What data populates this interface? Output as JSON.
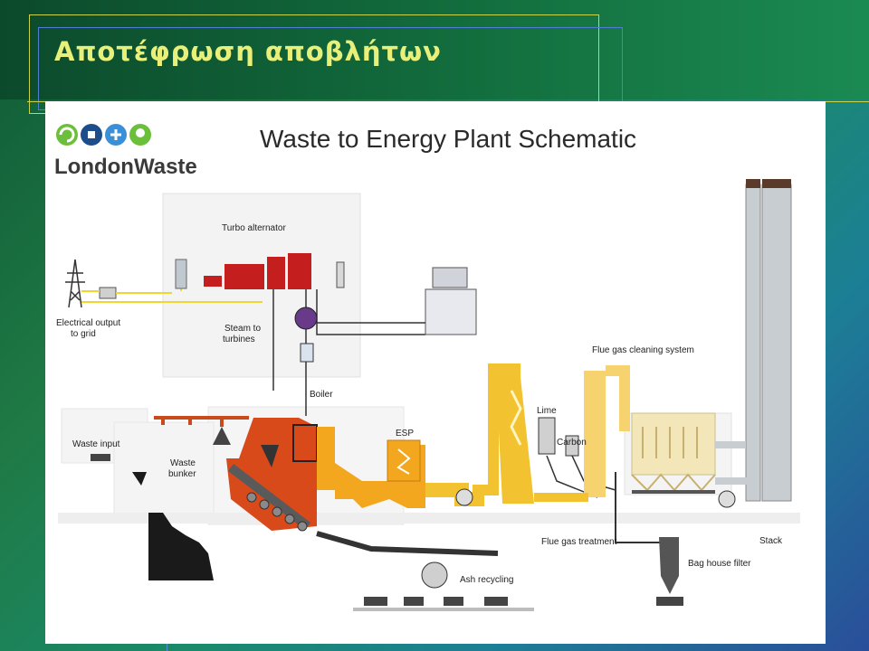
{
  "slide": {
    "title": "Αποτέφρωση αποβλήτων"
  },
  "diagram": {
    "title": "Waste to Energy Plant Schematic",
    "logo_text": "LondonWaste",
    "labels": {
      "turbo_alternator": "Turbo alternator",
      "electrical_output_1": "Electrical output",
      "electrical_output_2": "to grid",
      "steam_to_turbines_1": "Steam to",
      "steam_to_turbines_2": "turbines",
      "boiler": "Boiler",
      "waste_input": "Waste input",
      "waste_bunker_1": "Waste",
      "waste_bunker_2": "bunker",
      "esp": "ESP",
      "lime": "Lime",
      "carbon": "Carbon",
      "flue_gas_cleaning_system": "Flue gas cleaning system",
      "flue_gas_treatment": "Flue gas treatment",
      "stack": "Stack",
      "bag_house_filter": "Bag house filter",
      "ash_recycling": "Ash recycling"
    }
  },
  "colors": {
    "furnace": "#d94a1a",
    "turbine": "#c41e1e",
    "gas_path": "#f2c230",
    "stack": "#c8cdd2",
    "logo_green": "#6cbf3a",
    "logo_blue": "#1e4d8c"
  }
}
